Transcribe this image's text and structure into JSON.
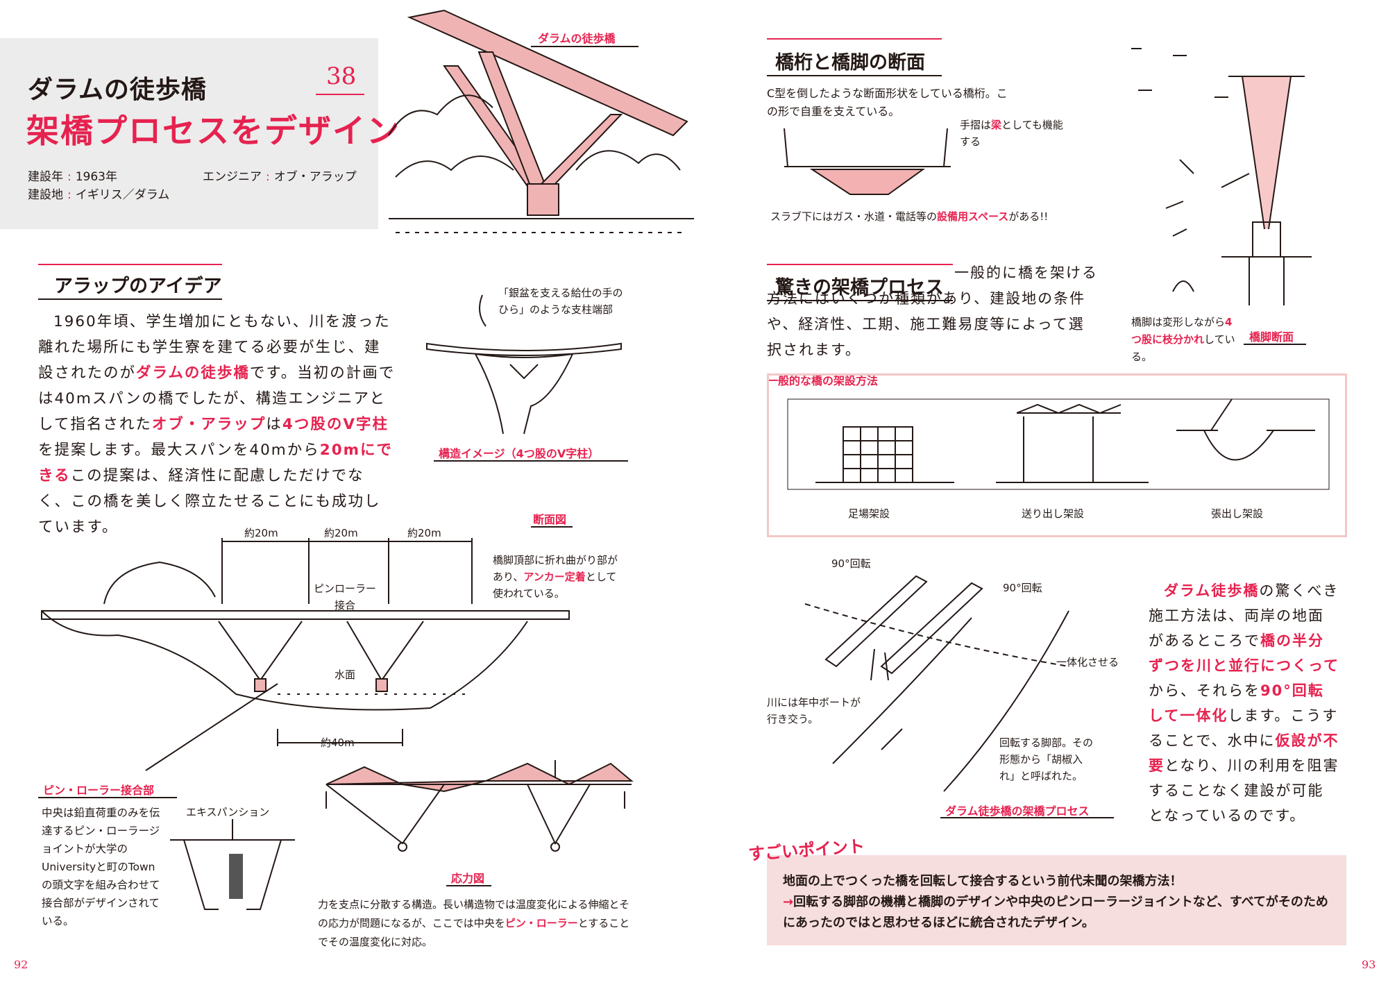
{
  "title": {
    "sub": "ダラムの徒歩橋",
    "main": "架橋プロセスをデザイン",
    "number": "38"
  },
  "meta": {
    "year_label": "建設年",
    "year": "1963年",
    "engineer_label": "エンジニア",
    "engineer": "オブ・アラップ",
    "place_label": "建設地",
    "place": "イギリス／ダラム"
  },
  "top_caption": "ダラムの徒歩橋",
  "idea": {
    "heading": "アラップのアイデア",
    "p1": "1960年頃、学生増加にともない、川を渡った離れた場所にも学生寮を建てる必要が生じ、建設されたのが",
    "p1_red": "ダラムの徒歩橋",
    "p2": "です。当初の計画では40mスパンの橋でしたが、構造エンジニアとして指名された",
    "p2_red": "オブ・アラップ",
    "p3": "は",
    "p3_red": "4つ股のV字柱",
    "p4": "を提案します。最大スパンを40mから",
    "p4_red": "20mにできる",
    "p5": "この提案は、経済性に配慮しただけでなく、この橋を美しく際立たせることにも成功しています。"
  },
  "structure_image": {
    "note": "「銀盆を支える給仕の手のひら」のような支柱端部",
    "caption": "構造イメージ（4つ股のV字柱）"
  },
  "section_diagram": {
    "caption": "断面図",
    "spans": [
      "約20m",
      "約20m",
      "約20m"
    ],
    "pin_label": "ピンローラー接合",
    "water_label": "水面",
    "span40": "約40m",
    "note_a": "橋脚頂部に折れ曲がり部があり、",
    "note_red": "アンカー定着",
    "note_b": "として使われている。"
  },
  "pin_joint": {
    "caption": "ピン・ローラー接合部",
    "text": "中央は鉛直荷重のみを伝達するピン・ローラージョイントが大学のUniversityと町のTownの頭文字を組み合わせて接合部がデザインされている。",
    "expansion": "エキスパンション"
  },
  "stress": {
    "caption": "応力図",
    "text_a": "力を支点に分散する構造。長い構造物では温度変化による伸縮とその応力が問題になるが、ここでは中央を",
    "text_red": "ピン・ローラー",
    "text_b": "とすることでその温度変化に対応。"
  },
  "girder": {
    "heading": "橋桁と橋脚の断面",
    "text": "C型を倒したような断面形状をしている橋桁。この形で自重を支えている。",
    "handrail_a": "手摺は",
    "handrail_red": "梁",
    "handrail_b": "としても機能する",
    "slab_a": "スラブ下にはガス・水道・電話等の",
    "slab_red": "設備用スペース",
    "slab_b": "がある!!"
  },
  "pier": {
    "note_a": "橋脚は変形しながら",
    "note_red": "4つ股に枝分かれ",
    "note_b": "している。",
    "caption": "橋脚断面"
  },
  "process": {
    "heading": "驚きの架橋プロセス",
    "text": "一般的に橋を架ける方法にはいくつか種類があり、建設地の条件や、経済性、工期、施工難易度等によって選択されます。"
  },
  "methods": {
    "caption": "一般的な橋の架設方法",
    "items": [
      "足場架設",
      "送り出し架設",
      "張出し架設"
    ]
  },
  "rotation": {
    "label_a": "90°回転",
    "label_b": "90°回転",
    "unify": "一体化させる",
    "boat": "川には年中ボートが行き交う。",
    "pivot": "回転する脚部。その形態から「胡椒入れ」と呼ばれた。",
    "caption": "ダラム徒歩橋の架橋プロセス"
  },
  "right_text": {
    "r1": "ダラム徒歩橋",
    "t1": "の驚くべき施工方法は、両岸の地面があるところで",
    "r2": "橋の半分ずつを川と並行につくって",
    "t2": "から、それらを",
    "r3": "90°回転して一体化",
    "t3": "します。こうすることで、水中に",
    "r4": "仮設が不要",
    "t4": "となり、川の利用を阻害することなく建設が可能となっているのです。"
  },
  "point": {
    "label": "すごいポイント",
    "line1": "地面の上でつくった橋を回転して接合するという前代未聞の架橋方法！",
    "arrow": "→",
    "line2": "回転する脚部の機構と橋脚のデザインや中央のピンローラージョイントなど、すべてがそのためにあったのではと思わせるほどに統合されたデザイン。"
  },
  "pages": {
    "left": "92",
    "right": "93"
  },
  "colors": {
    "accent": "#e6224f",
    "pink": "#f6dede",
    "grey": "#ececec"
  }
}
